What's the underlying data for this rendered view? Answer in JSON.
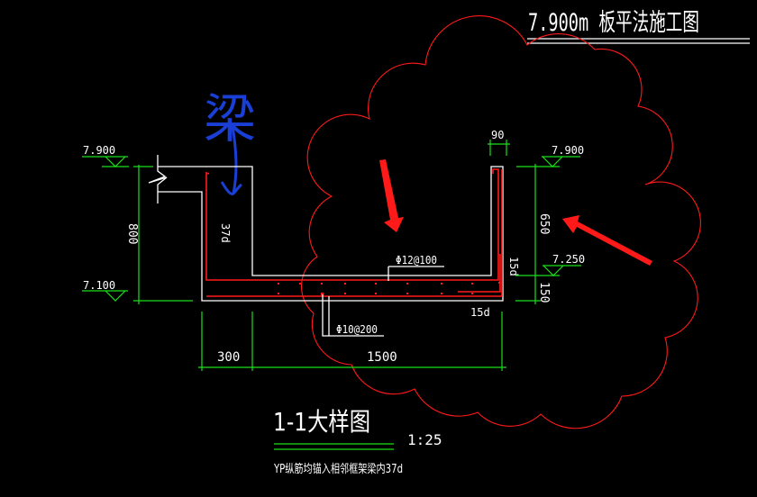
{
  "sheet_title": "7.900m 板平法施工图",
  "detail": {
    "title": "1-1大样图",
    "scale": "1:25",
    "note": "YP纵筋均锚入相邻框架梁内37d"
  },
  "annotation": {
    "handwritten_label": "梁",
    "colors": {
      "handwriting": "#1a3fd6",
      "markup": "#ff1a1a",
      "dimension": "#19e019",
      "outline": "#ffffff"
    }
  },
  "elevations": {
    "left_top": "7.900",
    "left_bottom": "7.100",
    "right_top": "7.900",
    "right_mid": "7.250"
  },
  "dimensions": {
    "left_height": "800",
    "bottom_left": "300",
    "bottom_span": "1500",
    "right_upper": "650",
    "right_lower": "150",
    "top_wall": "90"
  },
  "rebar": {
    "top_bar": "Φ12@100",
    "bottom_bar": "Φ10@200",
    "anchor_left": "37d",
    "anchor_right_vertical": "15d",
    "anchor_right_bottom": "15d"
  }
}
